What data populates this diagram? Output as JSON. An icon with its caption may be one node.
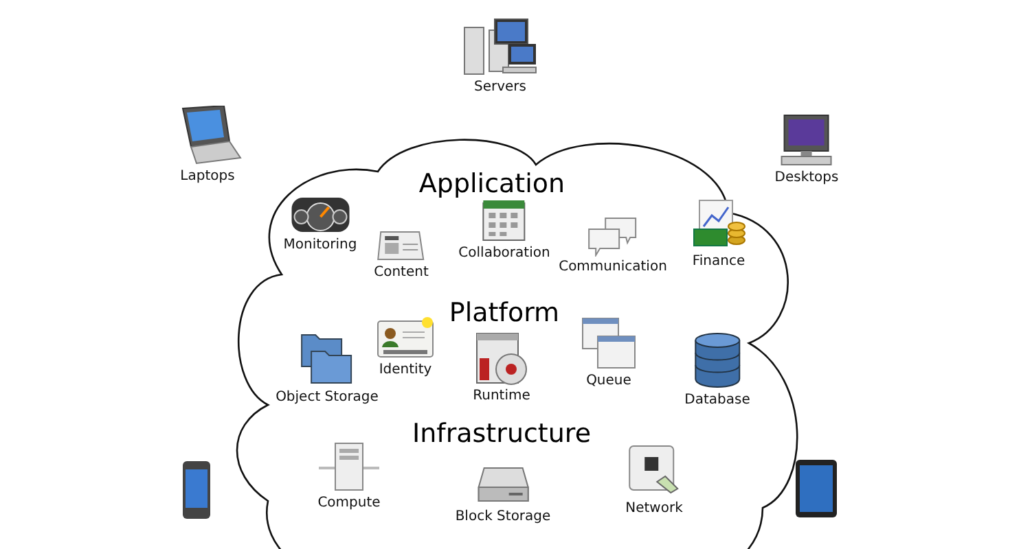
{
  "diagram": {
    "nodes": [
      {
        "text": [
          "Application",
          "Platform",
          "Infrastructure"
        ]
      },
      {
        "text": [
          "Monitoring"
        ],
        "in": 0
      },
      {
        "text": [
          "Content"
        ],
        "in": 0
      },
      {
        "text": [
          "Collaboration"
        ],
        "in": 0
      },
      {
        "text": [
          "Communication"
        ],
        "in": 0
      },
      {
        "text": [
          "Finance"
        ],
        "in": 0
      },
      {
        "text": [
          "Object Storage"
        ],
        "in": 0
      },
      {
        "text": [
          "Identity"
        ],
        "in": 0
      },
      {
        "text": [
          "Runtime"
        ],
        "in": 0
      },
      {
        "text": [
          "Queue"
        ],
        "in": 0
      },
      {
        "text": [
          "Database"
        ],
        "in": 0
      },
      {
        "text": [
          "Compute"
        ],
        "in": 0
      },
      {
        "text": [
          "Block Storage"
        ],
        "in": 0
      },
      {
        "text": [
          "Network"
        ],
        "in": 0
      },
      {
        "text": [
          "Servers"
        ]
      },
      {
        "text": [
          "Laptops"
        ]
      },
      {
        "text": [
          "Desktops"
        ]
      },
      {
        "text": [],
        "shape": "picture"
      },
      {
        "text": [],
        "shape": "picture"
      }
    ]
  }
}
